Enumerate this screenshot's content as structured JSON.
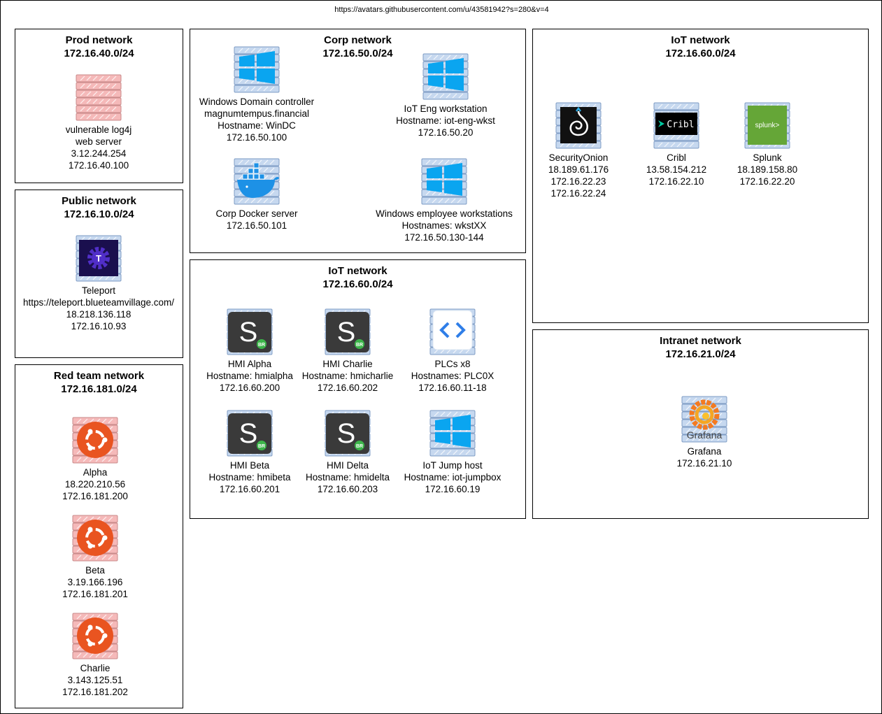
{
  "url": "https://avatars.githubusercontent.com/u/43581942?s=280&v=4",
  "colors": {
    "server_blue": "#c6d8ef",
    "server_red": "#f5b9b9",
    "windows_blue": "#0aa5f0",
    "ubuntu_orange": "#e95420",
    "splunk_green": "#65a637",
    "teleport_purple": "#512fc9"
  },
  "networks": {
    "prod": {
      "name": "Prod network",
      "cidr": "172.16.40.0/24",
      "nodes": [
        {
          "icon": "red-server-icon",
          "lines": [
            "vulnerable log4j",
            "web server",
            "3.12.244.254",
            "172.16.40.100"
          ]
        }
      ]
    },
    "public": {
      "name": "Public network",
      "cidr": "172.16.10.0/24",
      "nodes": [
        {
          "icon": "teleport-icon",
          "lines": [
            "Teleport",
            "https://teleport.blueteamvillage.com/",
            "18.218.136.118",
            "172.16.10.93"
          ]
        }
      ]
    },
    "redteam": {
      "name": "Red team network",
      "cidr": "172.16.181.0/24",
      "nodes": [
        {
          "icon": "ubuntu-icon",
          "lines": [
            "Alpha",
            "18.220.210.56",
            "172.16.181.200"
          ]
        },
        {
          "icon": "ubuntu-icon",
          "lines": [
            "Beta",
            "3.19.166.196",
            "172.16.181.201"
          ]
        },
        {
          "icon": "ubuntu-icon",
          "lines": [
            "Charlie",
            "3.143.125.51",
            "172.16.181.202"
          ]
        }
      ]
    },
    "corp": {
      "name": "Corp network",
      "cidr": "172.16.50.0/24",
      "nodes": [
        {
          "icon": "windows-icon",
          "lines": [
            "Windows Domain controller",
            "magnumtempus.financial",
            "Hostname: WinDC",
            "172.16.50.100"
          ]
        },
        {
          "icon": "windows-icon",
          "lines": [
            "IoT Eng workstation",
            "Hostname: iot-eng-wkst",
            "172.16.50.20"
          ]
        },
        {
          "icon": "docker-icon",
          "lines": [
            "Corp Docker server",
            "172.16.50.101"
          ]
        },
        {
          "icon": "windows-icon",
          "lines": [
            "Windows employee workstations",
            "Hostnames: wkstXX",
            "172.16.50.130-144"
          ]
        }
      ]
    },
    "iot": {
      "name": "IoT network",
      "cidr": "172.16.60.0/24",
      "nodes": [
        {
          "icon": "hmi-icon",
          "lines": [
            "HMI Alpha",
            "Hostname: hmialpha",
            "172.16.60.200"
          ]
        },
        {
          "icon": "hmi-icon",
          "lines": [
            "HMI Charlie",
            "Hostname: hmicharlie",
            "172.16.60.202"
          ]
        },
        {
          "icon": "plc-icon",
          "lines": [
            "PLCs x8",
            "Hostnames: PLC0X",
            "172.16.60.11-18"
          ]
        },
        {
          "icon": "hmi-icon",
          "lines": [
            "HMI Beta",
            "Hostname: hmibeta",
            "172.16.60.201"
          ]
        },
        {
          "icon": "hmi-icon",
          "lines": [
            "HMI Delta",
            "Hostname: hmidelta",
            "172.16.60.203"
          ]
        },
        {
          "icon": "windows-icon",
          "lines": [
            "IoT Jump host",
            "Hostname: iot-jumpbox",
            "172.16.60.19"
          ]
        }
      ]
    },
    "iot_sec": {
      "name": "IoT network",
      "cidr": "172.16.60.0/24",
      "nodes": [
        {
          "icon": "securityonion-icon",
          "lines": [
            "SecurityOnion",
            "18.189.61.176",
            "172.16.22.23",
            "172.16.22.24"
          ]
        },
        {
          "icon": "cribl-icon",
          "lines": [
            "Cribl",
            "13.58.154.212",
            "172.16.22.10"
          ]
        },
        {
          "icon": "splunk-icon",
          "lines": [
            "Splunk",
            "18.189.158.80",
            "172.16.22.20"
          ]
        }
      ]
    },
    "intranet": {
      "name": "Intranet network",
      "cidr": "172.16.21.0/24",
      "nodes": [
        {
          "icon": "grafana-icon",
          "lines": [
            "Grafana",
            "172.16.21.10"
          ]
        }
      ]
    }
  },
  "icon_text": {
    "cribl": "Cribl",
    "splunk": "splunk>",
    "hmi_badge": "BR",
    "grafana": "Grafana",
    "hmi_letter": "S",
    "teleport_letter": "T"
  }
}
